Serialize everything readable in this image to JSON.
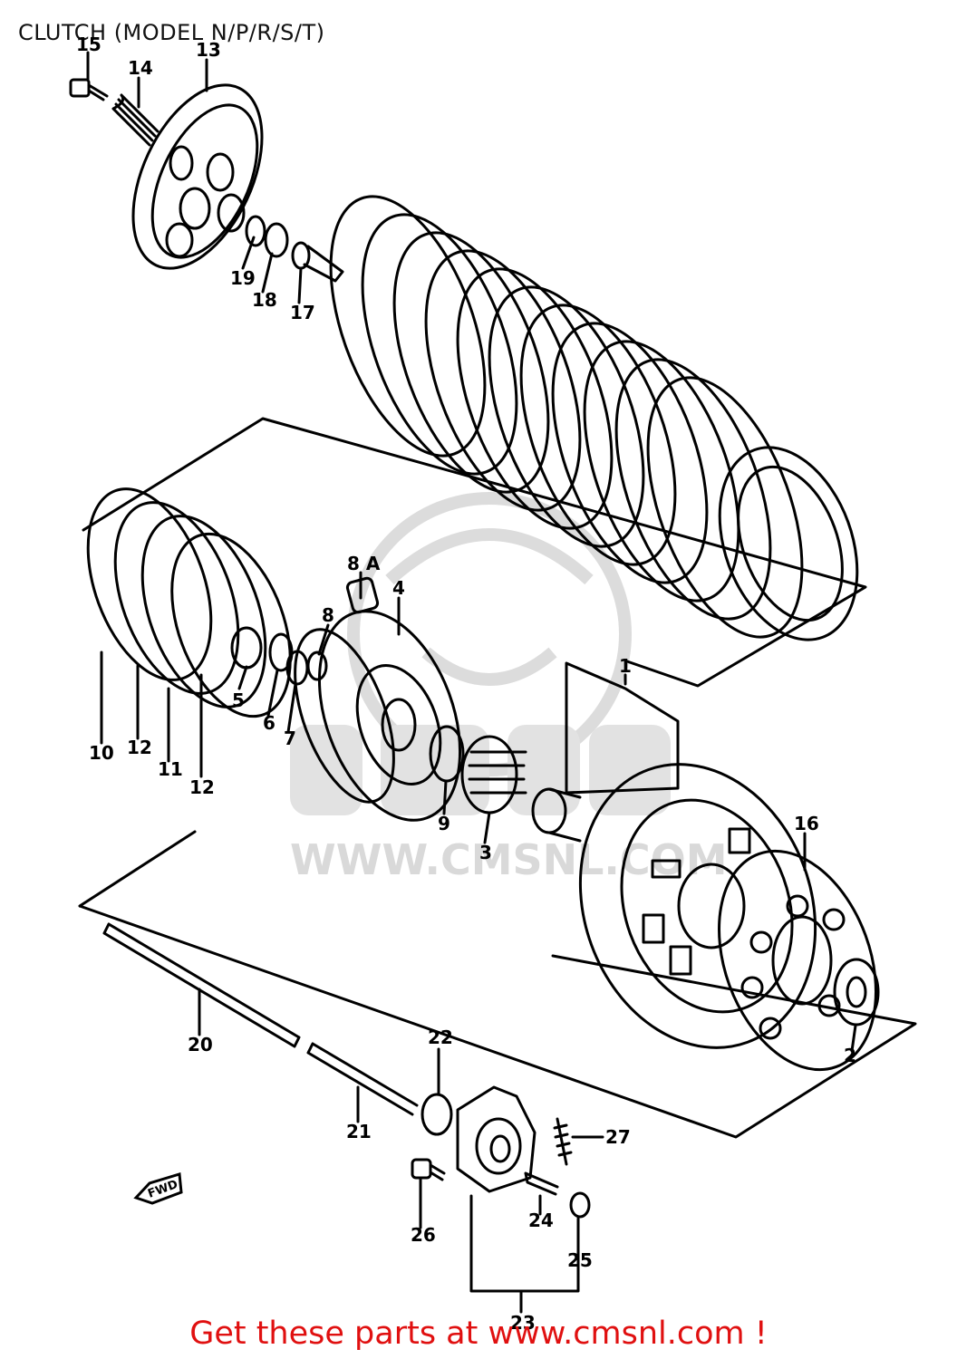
{
  "page": {
    "title": "CLUTCH (MODEL N/P/R/S/T)"
  },
  "watermark": {
    "text": "WWW.CMSNL.COM"
  },
  "callouts": [
    "1",
    "2",
    "3",
    "4",
    "5",
    "6",
    "7",
    "8",
    "8 A",
    "9",
    "10",
    "11",
    "12",
    "12",
    "13",
    "14",
    "15",
    "16",
    "17",
    "18",
    "19",
    "20",
    "21",
    "22",
    "23",
    "24",
    "25",
    "26",
    "27"
  ],
  "direction_marker": {
    "label": "FWD"
  },
  "footer": {
    "link_text": "Get these parts at www.cmsnl.com !",
    "color": "#e01010"
  },
  "colors": {
    "line": "#000000",
    "watermark": "#d9d9d9",
    "background": "#ffffff"
  }
}
